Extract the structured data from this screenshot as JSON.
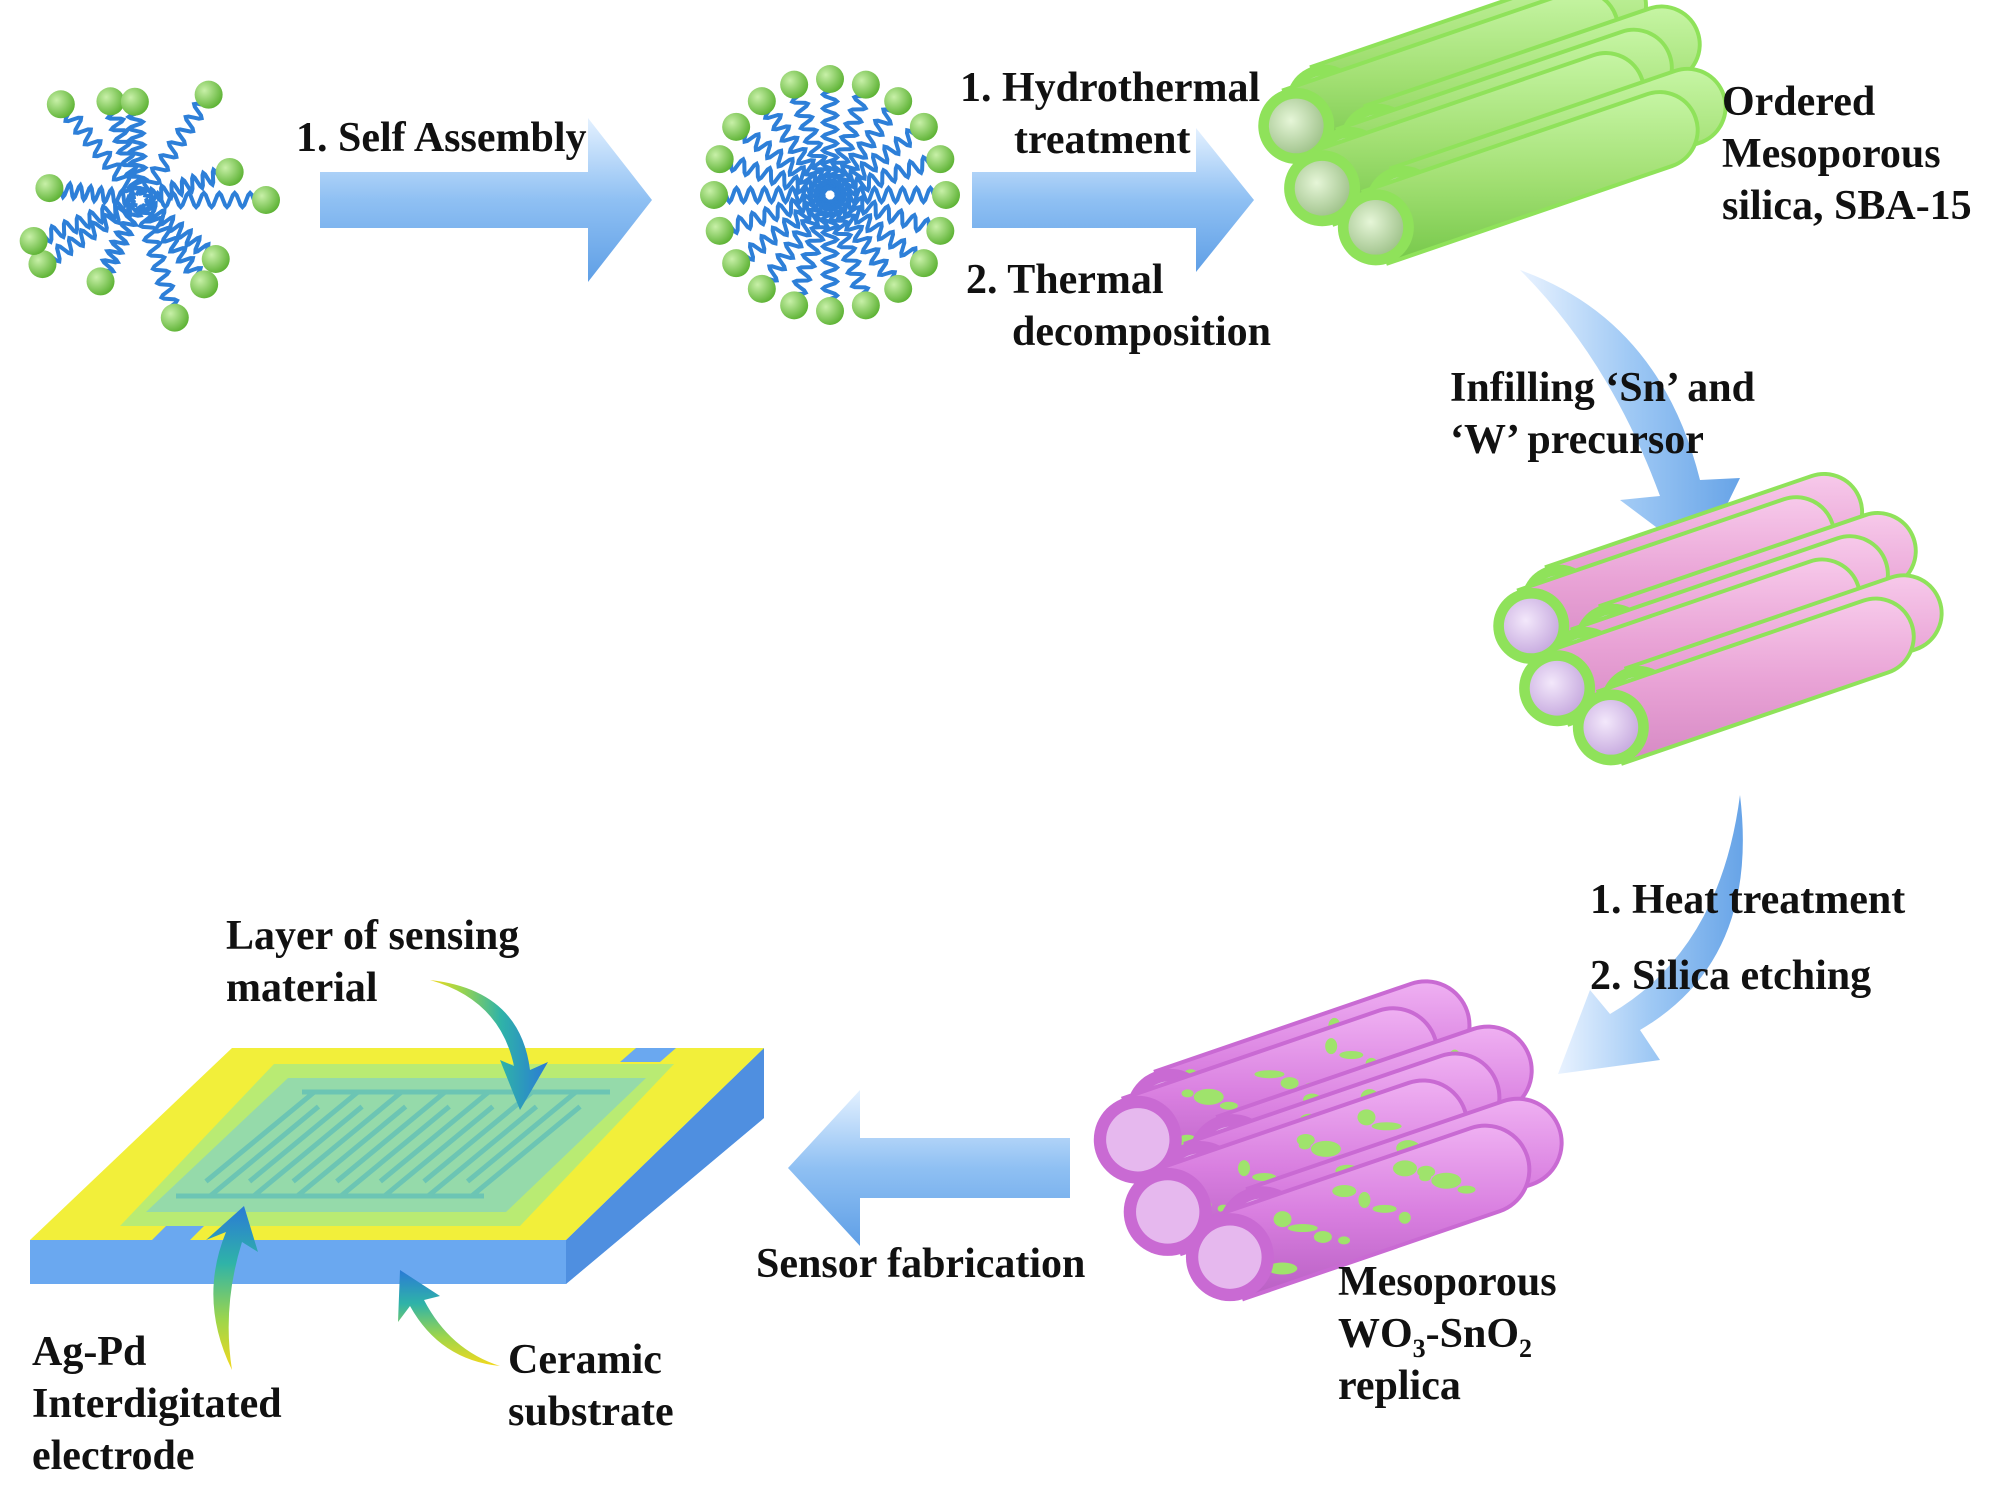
{
  "steps": {
    "self_assembly": "1. Self Assembly",
    "hydrothermal_line1": "1. Hydrothermal",
    "hydrothermal_line2": "treatment",
    "thermal_line1": "2. Thermal",
    "thermal_line2": "decomposition",
    "infilling_line1": "Infilling ‘Sn’ and",
    "infilling_line2": "‘W’ precursor",
    "heat_treatment": "1. Heat treatment",
    "silica_etching": "2. Silica etching",
    "sensor_fabrication": "Sensor fabrication"
  },
  "materials": {
    "sba15_line1": "Ordered",
    "sba15_line2": "Mesoporous",
    "sba15_line3": "silica, SBA-15",
    "replica_line1": "Mesoporous",
    "replica_wo": "WO",
    "replica_sub3": "3",
    "replica_sno": "-SnO",
    "replica_sub2": "2",
    "replica_line3": "replica"
  },
  "sensor": {
    "sensing_layer_line1": "Layer of sensing",
    "sensing_layer_line2": "material",
    "electrode_line1": "Ag-Pd",
    "electrode_line2": "Interdigitated",
    "electrode_line3": "electrode",
    "substrate_line1": "Ceramic",
    "substrate_line2": "substrate"
  },
  "colors": {
    "micelle_head": "#7ccf4a",
    "micelle_tail": "#2d7fd8",
    "silica_tube": "#8fe25a",
    "precursor_fill": "#e9a3d6",
    "replica_tube": "#d97fe0",
    "substrate_top": "#f2ef3a",
    "substrate_side": "#6aa8f0",
    "process_arrow": "#8fc0f3"
  }
}
